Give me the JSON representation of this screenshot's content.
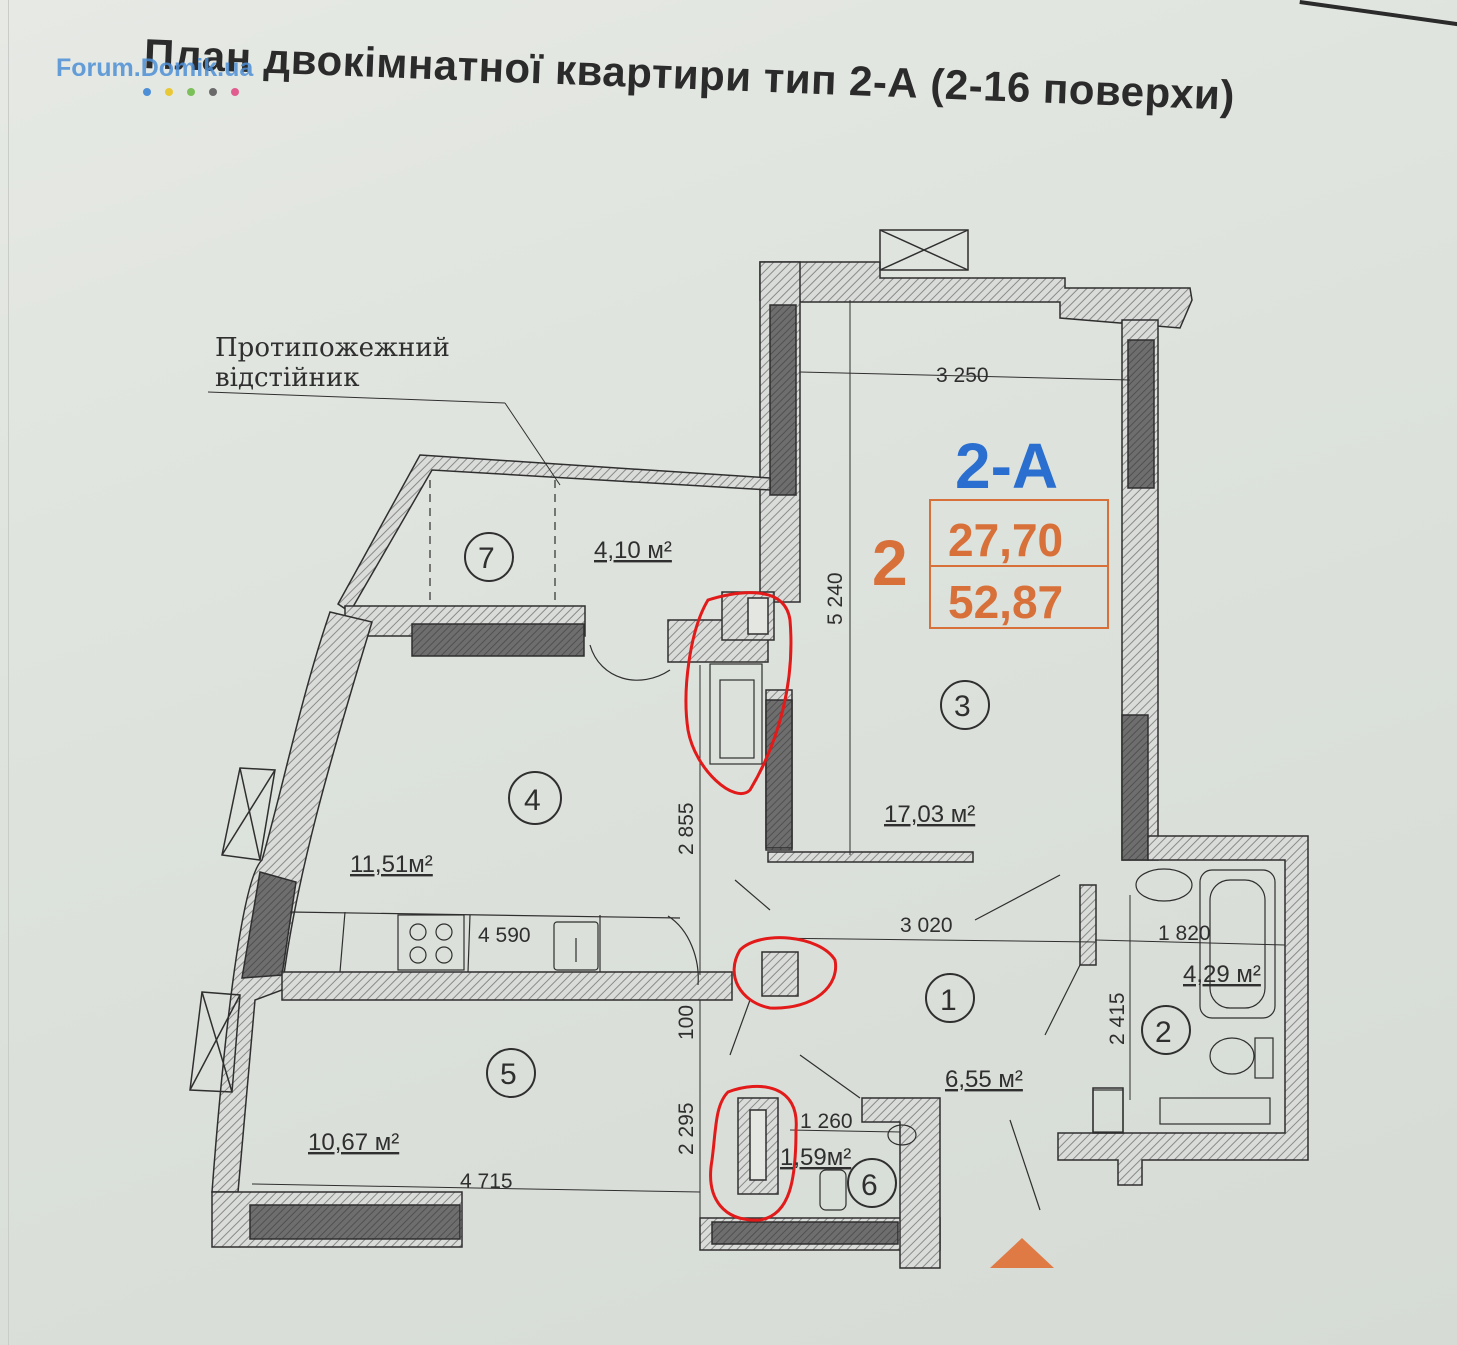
{
  "title": "План двокімнатної квартири тип 2-А (2-16 поверхи)",
  "watermark": "Forum.Domik.ua",
  "note": {
    "line1": "Протипожежний",
    "line2": "відстійник"
  },
  "apartment": {
    "type_label": "2-А",
    "rooms_count": "2",
    "living_area": "27,70",
    "total_area": "52,87"
  },
  "rooms": [
    {
      "number": "1",
      "area": "6,55 м²"
    },
    {
      "number": "2",
      "area": "4,29 м²"
    },
    {
      "number": "3",
      "area": "17,03 м²"
    },
    {
      "number": "4",
      "area": "11,51м²"
    },
    {
      "number": "5",
      "area": "10,67 м²"
    },
    {
      "number": "6",
      "area": "1,59м²"
    },
    {
      "number": "7",
      "area": "4,10 м²"
    }
  ],
  "dimensions": {
    "d3250": "3 250",
    "d5240": "5 240",
    "d3020": "3 020",
    "d1820": "1 820",
    "d2415": "2 415",
    "d4590": "4 590",
    "d2855": "2 855",
    "d100": "100",
    "d2295": "2 295",
    "d1260": "1 260",
    "d4715": "4 715"
  },
  "colors": {
    "type_label": "#2a6fd0",
    "area_box": "#d8703a",
    "highlight": "#e21a1a",
    "wall": "#6e6e6e",
    "line": "#2f2f2f",
    "entrance_marker": "#e07a45"
  },
  "highlights_count": 3
}
